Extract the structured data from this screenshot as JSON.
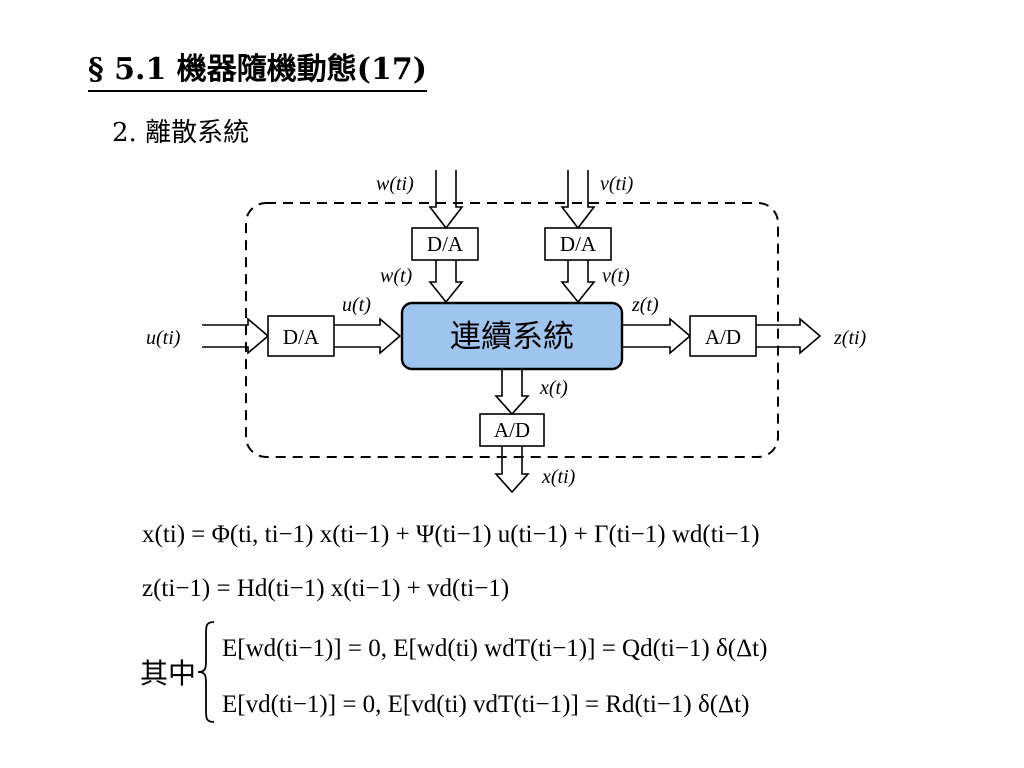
{
  "title": "§ 5.1 機器隨機動態(17)",
  "subtitle": "2. 離散系統",
  "diagram": {
    "center_block": "連續系統",
    "da_input": "D/A",
    "da_top_left": "D/A",
    "da_top_right": "D/A",
    "ad_output": "A/D",
    "ad_bottom": "A/D",
    "label_u_ti": "u(ti)",
    "label_u_t": "u(t)",
    "label_w_ti": "w(ti)",
    "label_w_t": "w(t)",
    "label_v_ti": "v(ti)",
    "label_v_t": "v(t)",
    "label_z_t": "z(t)",
    "label_z_ti": "z(ti)",
    "label_x_t": "x(t)",
    "label_x_ti": "x(ti)",
    "colors": {
      "block_fill": "#9fc5ee",
      "block_stroke": "#000000"
    }
  },
  "equations": {
    "eq1": "x(ti) = Φ(ti, ti−1) x(ti−1) + Ψ(ti−1) u(ti−1) + Γ(ti−1) wd(ti−1)",
    "eq2": "z(ti−1) = Hd(ti−1) x(ti−1) + vd(ti−1)",
    "prefix": "其中",
    "eq3": "E[wd(ti−1)] = 0,  E[wd(ti) wdT(ti−1)] = Qd(ti−1) δ(Δt)",
    "eq4": "E[vd(ti−1)] = 0,  E[vd(ti) vdT(ti−1)] = Rd(ti−1) δ(Δt)"
  }
}
